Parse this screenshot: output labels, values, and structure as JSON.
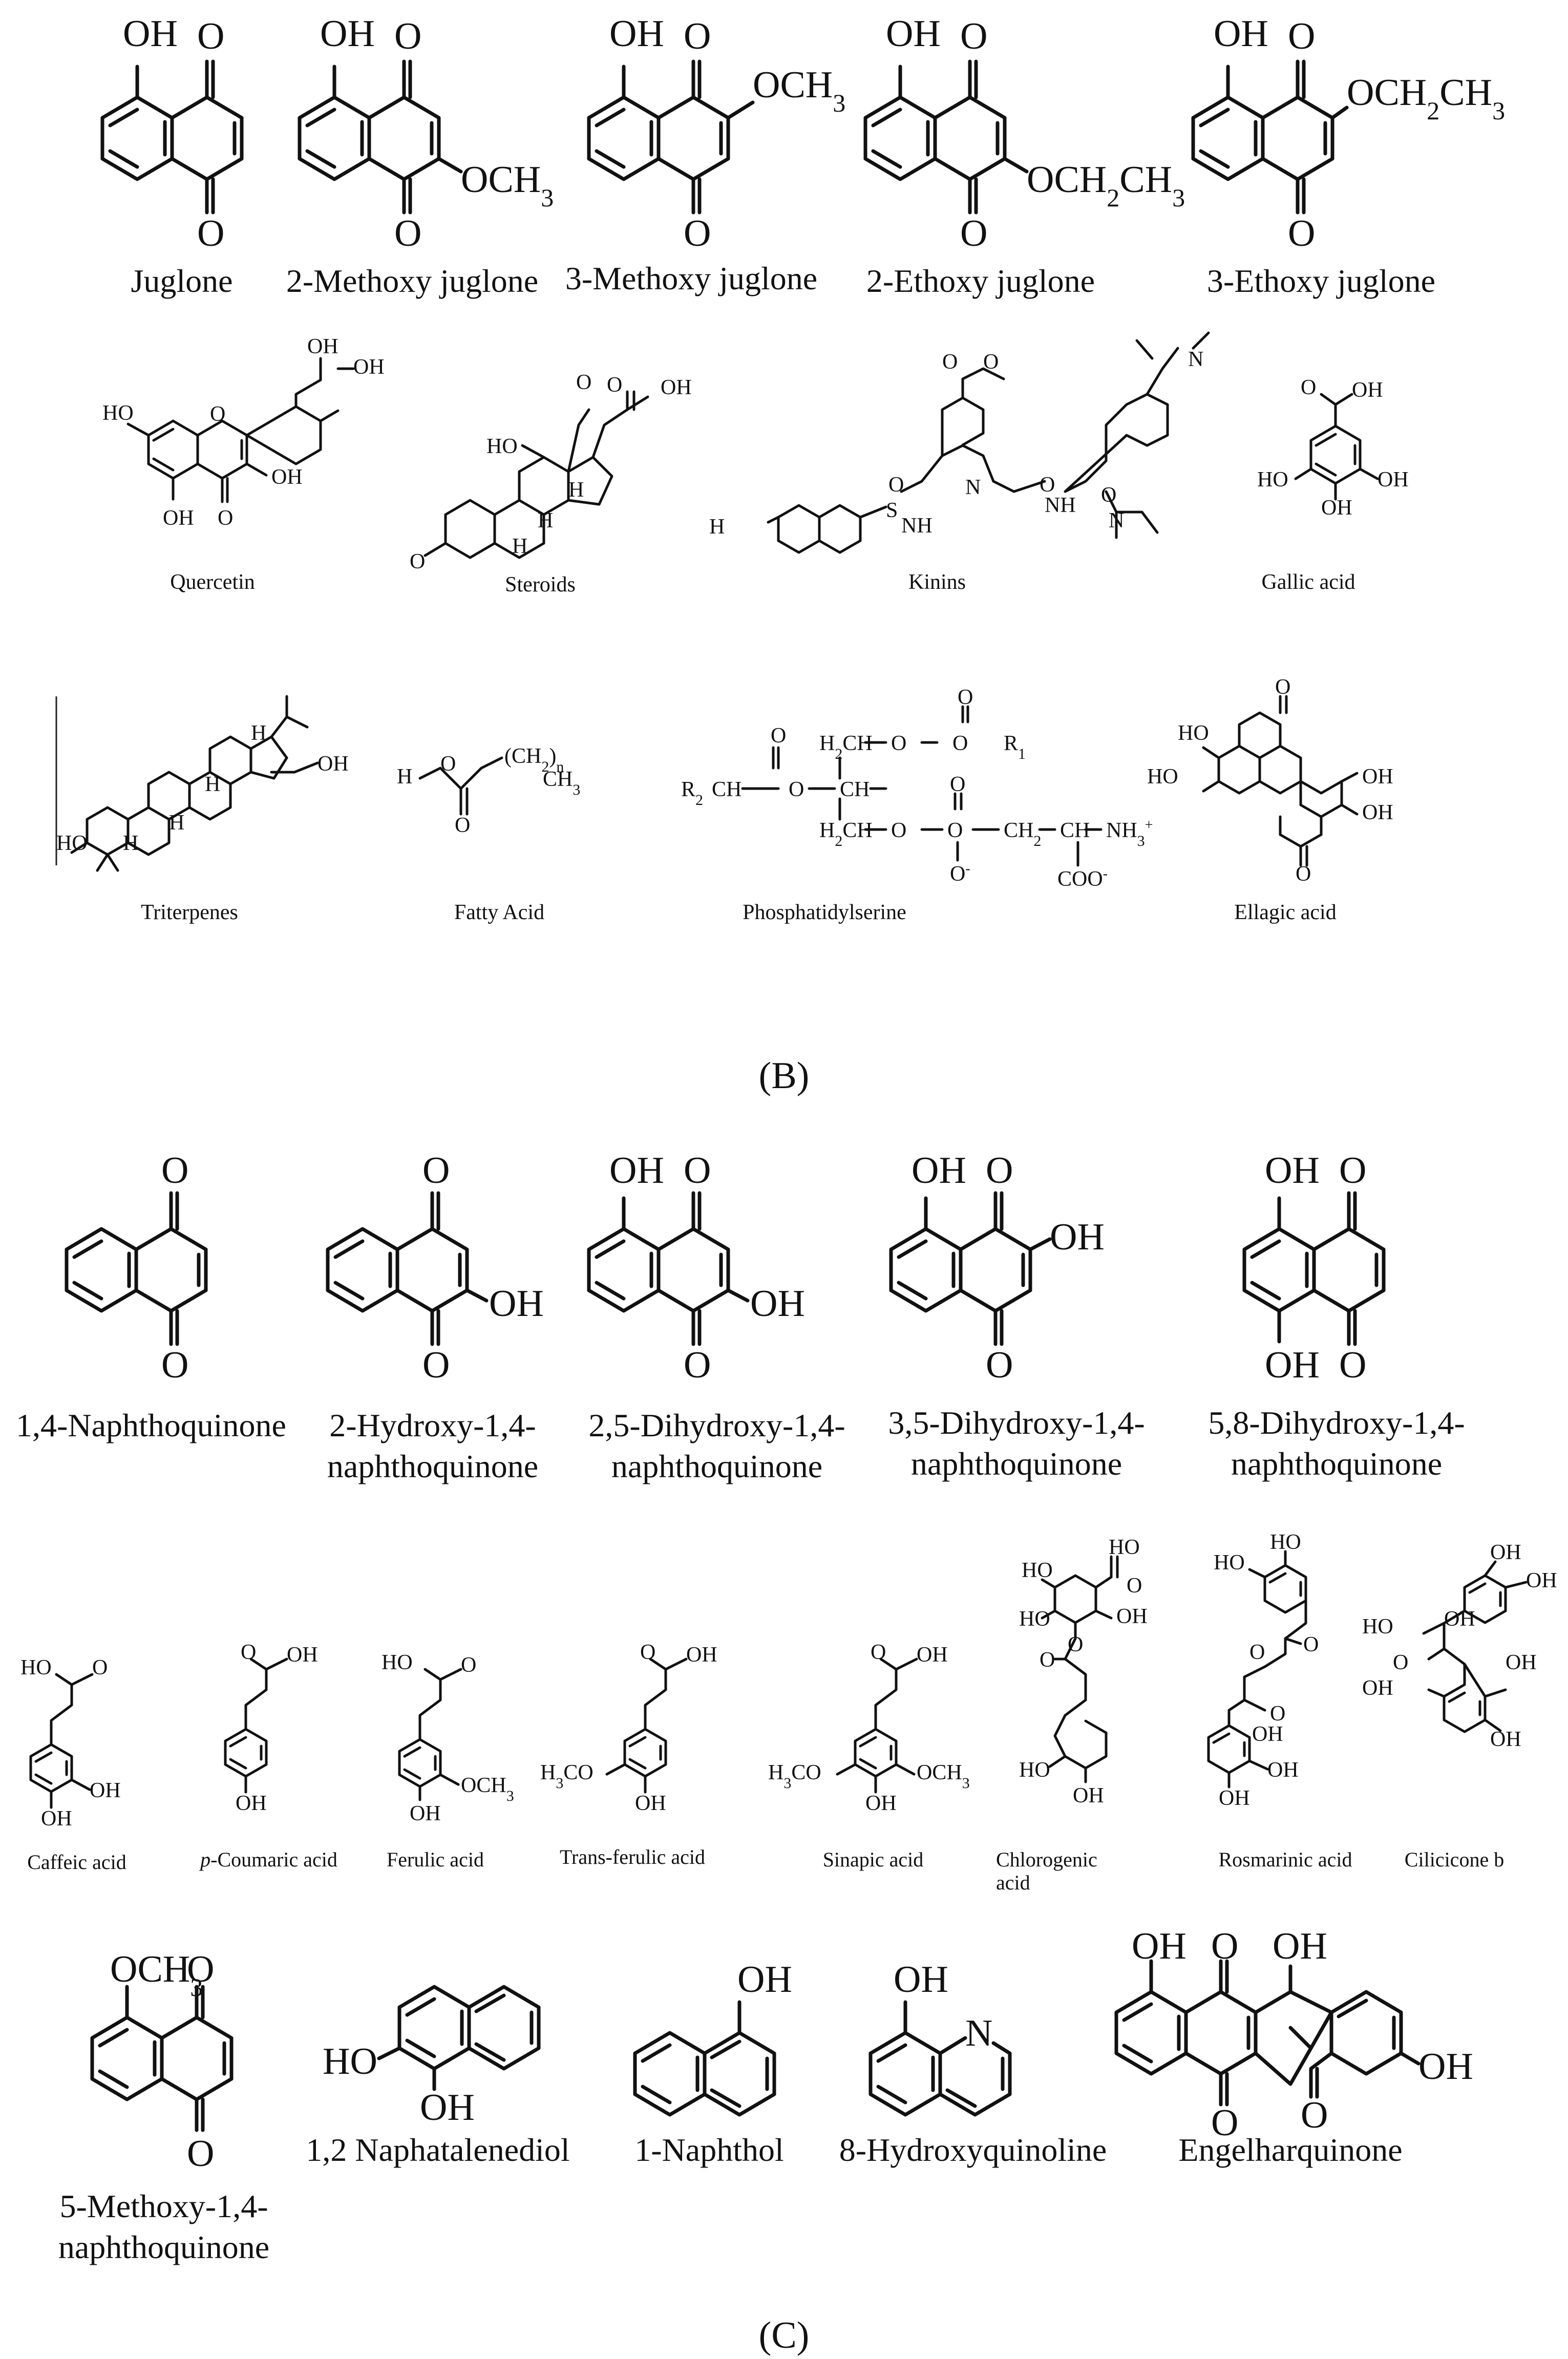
{
  "panel_labels": {
    "b": "(B)",
    "c": "(C)"
  },
  "row1": [
    {
      "name": "Juglone"
    },
    {
      "name": "2-Methoxy juglone"
    },
    {
      "name": "3-Methoxy juglone"
    },
    {
      "name": "2-Ethoxy juglone"
    },
    {
      "name": "3-Ethoxy juglone"
    }
  ],
  "row2": [
    {
      "name": "Quercetin"
    },
    {
      "name": "Steroids"
    },
    {
      "name": "Kinins"
    },
    {
      "name": "Gallic acid"
    }
  ],
  "row3": [
    {
      "name": "Triterpenes"
    },
    {
      "name": "Fatty Acid"
    },
    {
      "name": "Phosphatidylserine"
    },
    {
      "name": "Ellagic acid"
    }
  ],
  "row4": [
    {
      "name": "1,4-Naphthoquinone"
    },
    {
      "name_line1": "2-Hydroxy-1,4-",
      "name_line2": "naphthoquinone"
    },
    {
      "name_line1": "2,5-Dihydroxy-1,4-",
      "name_line2": "naphthoquinone"
    },
    {
      "name_line1": "3,5-Dihydroxy-1,4-",
      "name_line2": "naphthoquinone"
    },
    {
      "name_line1": "5,8-Dihydroxy-1,4-",
      "name_line2": "naphthoquinone"
    }
  ],
  "row5": [
    {
      "name": "Caffeic acid"
    },
    {
      "name_prefix": "p",
      "name_rest": "-Coumaric acid"
    },
    {
      "name": "Ferulic acid"
    },
    {
      "name": "Trans-ferulic acid"
    },
    {
      "name": "Sinapic acid"
    },
    {
      "name_line1": "Chlorogenic",
      "name_line2": "acid"
    },
    {
      "name": "Rosmarinic acid"
    },
    {
      "name": "Cilicicone b"
    }
  ],
  "row6": [
    {
      "name_line1": "5-Methoxy-1,4-",
      "name_line2": "naphthoquinone"
    },
    {
      "name": "1,2 Naphatalenediol"
    },
    {
      "name": "1-Naphthol"
    },
    {
      "name": "8-Hydroxyquinoline"
    },
    {
      "name": "Engelharquinone"
    }
  ],
  "atoms": {
    "O": "O",
    "OH": "OH",
    "HO": "HO",
    "N": "N",
    "OCH": "OCH",
    "CH": "CH",
    "H": "H",
    "S": "S",
    "NH": "NH",
    "COO": "COO",
    "R": "R",
    "H3CO": "H",
    "sub2": "2",
    "sub3": "3",
    "subn": "n",
    "sub1": "1",
    "plus": "+",
    "minus": "-"
  }
}
